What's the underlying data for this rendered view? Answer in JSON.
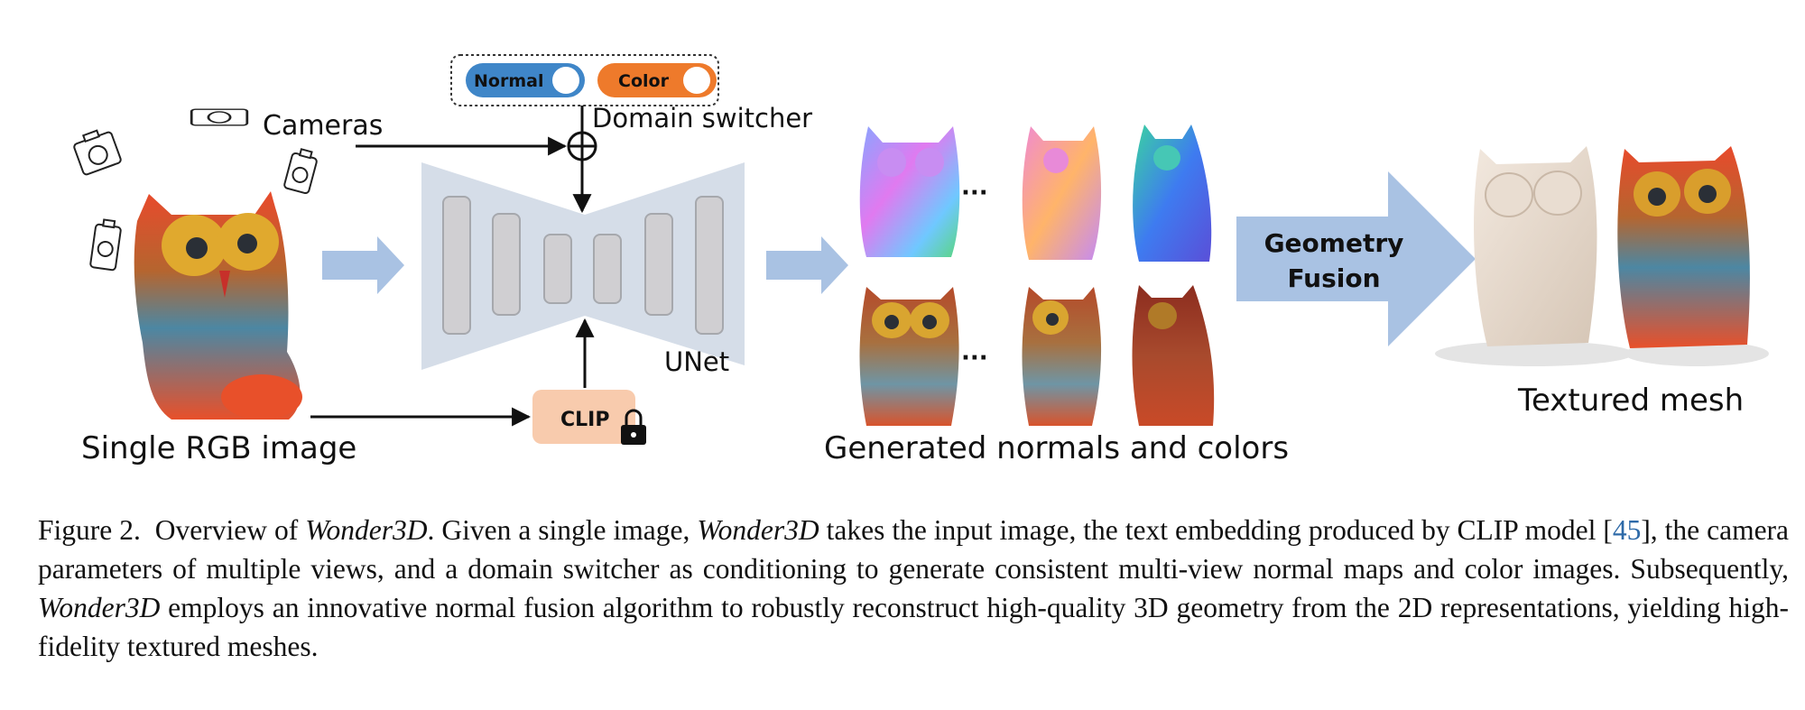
{
  "figure": {
    "cameras_label": "Cameras",
    "domain_switcher_label": "Domain switcher",
    "toggle_normal_label": "Normal",
    "toggle_color_label": "Color",
    "unet_label": "UNet",
    "clip_label": "CLIP",
    "input_label": "Single RGB image",
    "generated_label": "Generated normals and colors",
    "ellipsis": "···",
    "fusion_line1": "Geometry",
    "fusion_line2": "Fusion",
    "output_label": "Textured mesh"
  },
  "caption": {
    "fig_label": "Figure 2.",
    "part1": "Overview of ",
    "name1": "Wonder3D",
    "part2": ". Given a single image, ",
    "name2": "Wonder3D",
    "part3": " takes the input image, the text embedding produced by CLIP model [",
    "ref": "45",
    "part4": "], the camera parameters of multiple views, and a domain switcher as conditioning to generate consistent multi-view normal maps and color images. Subsequently, ",
    "name3": "Wonder3D",
    "part5": " employs an innovative normal fusion algorithm to robustly reconstruct high-quality 3D geometry from the 2D representations, yielding high-fidelity textured meshes."
  },
  "colors": {
    "normal_toggle": "#3f86c8",
    "color_toggle": "#ee7a2b",
    "clip_box": "#f8cbad",
    "unet_body": "#d5dde8",
    "flow_arrow": "#a9c2e3"
  }
}
